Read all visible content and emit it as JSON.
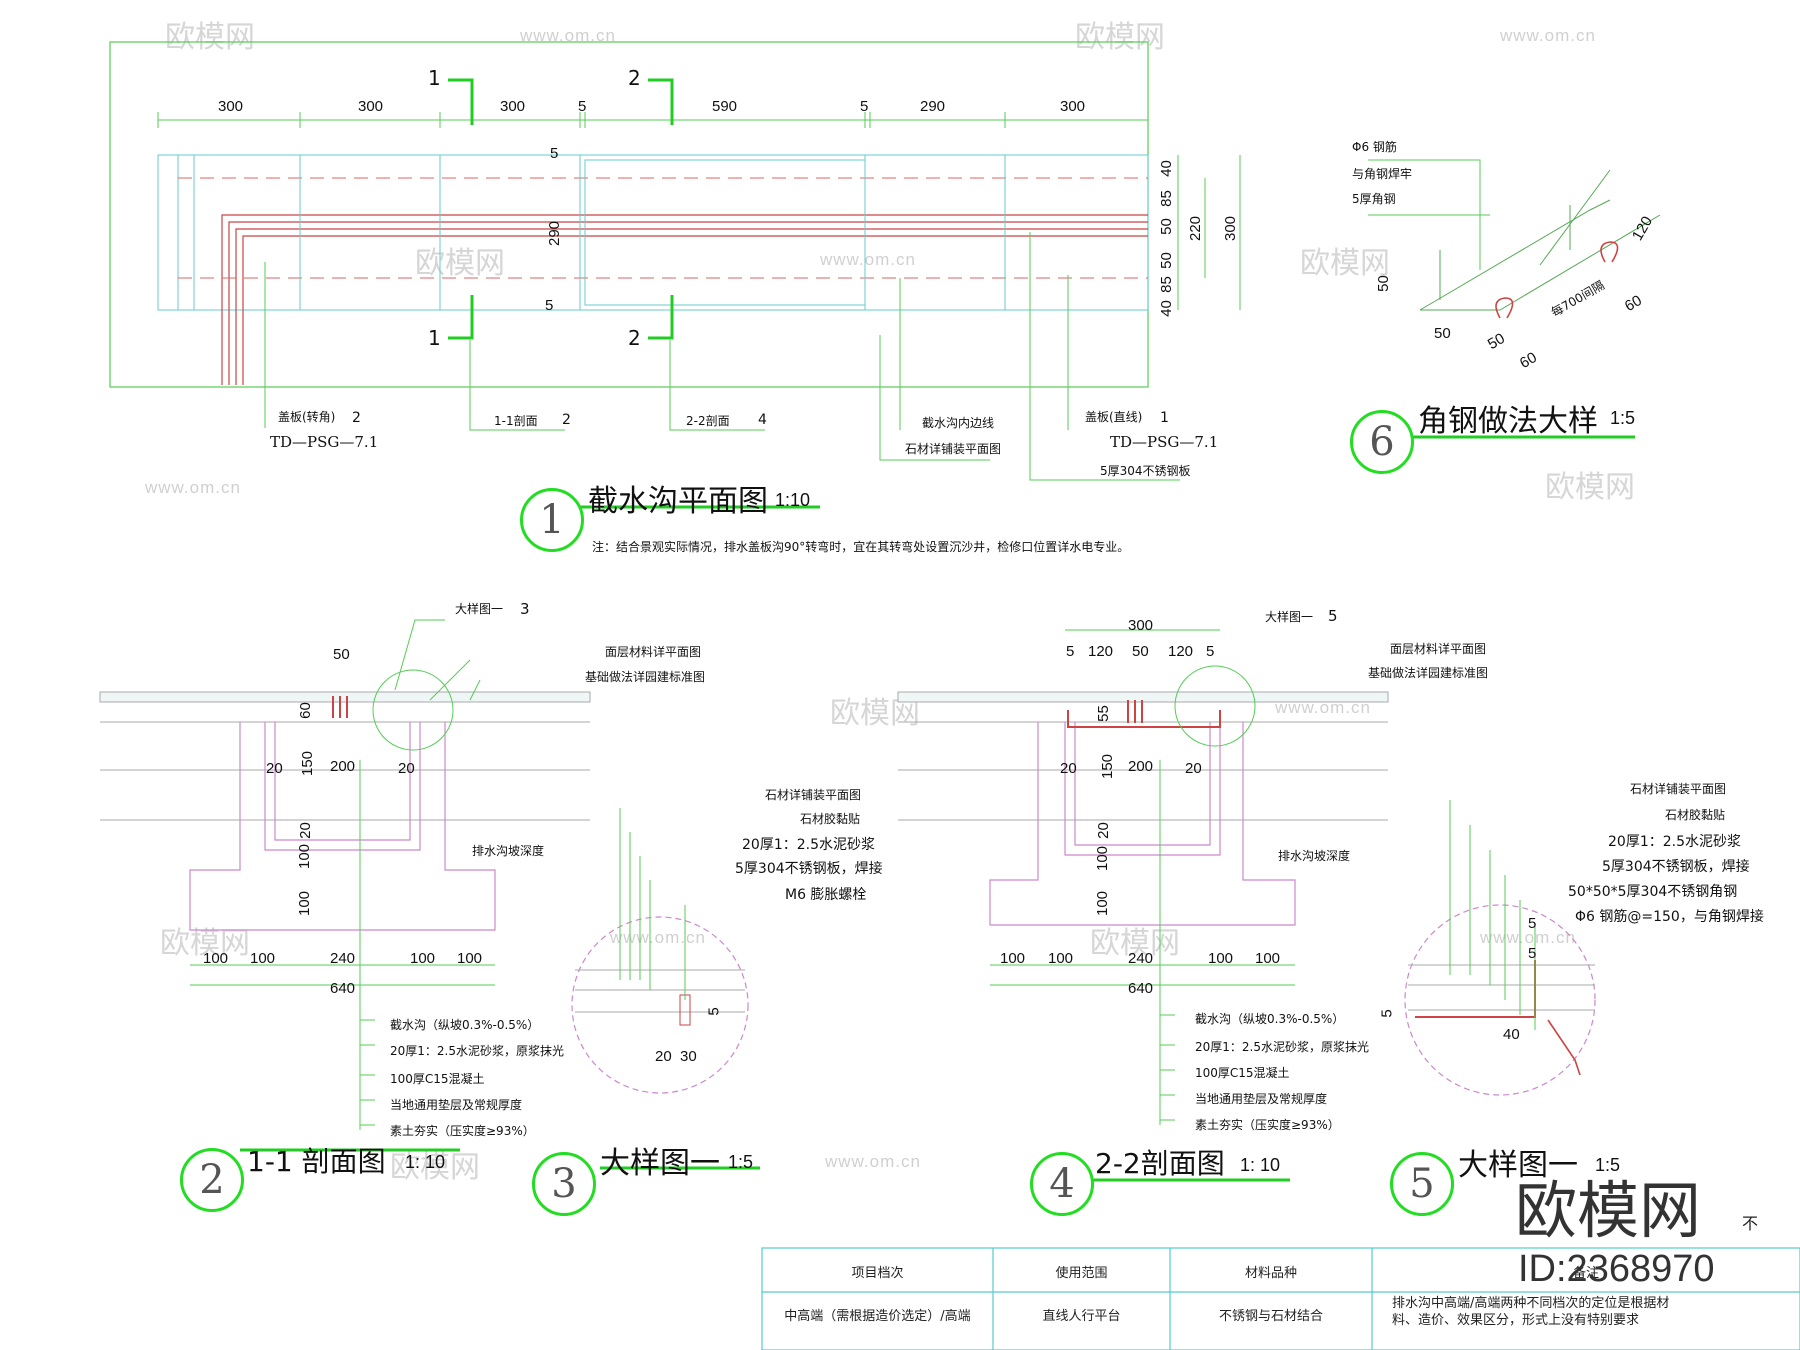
{
  "watermarks": {
    "brand": "欧模网",
    "url": "www.om.cn",
    "id_label": "ID:2368970",
    "cut_char": "不"
  },
  "plan": {
    "title": "截水沟平面图",
    "scale": "1:10",
    "badge": "1",
    "note": "注：结合景观实际情况，排水盖板沟90°转弯时，宜在其转弯处设置沉沙井，检修口位置详水电专业。",
    "dims_top": [
      "300",
      "300",
      "300",
      "5",
      "590",
      "5",
      "290",
      "300"
    ],
    "dims_right": [
      "40",
      "85",
      "50",
      "50",
      "85",
      "40"
    ],
    "dim_220": "220",
    "dim_300": "300",
    "dim_290": "290",
    "dim_5a": "5",
    "dim_5b": "5",
    "cut_labels": [
      "1",
      "2",
      "1",
      "2"
    ],
    "callouts": {
      "cover_turn": "盖板(转角)",
      "cover_turn_num": "2",
      "ref_a": "TD—PSG—7.1",
      "sec11": "1-1剖面",
      "sec11_num": "2",
      "sec22": "2-2剖面",
      "sec22_num": "4",
      "edge": "截水沟内边线",
      "stone": "石材详铺装平面图",
      "cover_straight": "盖板(直线)",
      "cover_straight_num": "1",
      "ref_b": "TD—PSG—7.1",
      "steel": "5厚304不锈钢板"
    }
  },
  "angle_detail": {
    "title": "角钢做法大样",
    "scale": "1:5",
    "badge": "6",
    "labels": [
      "Φ6 钢筋",
      "与角钢焊牢",
      "5厚角钢"
    ],
    "dims": [
      "120",
      "50",
      "50",
      "50",
      "60",
      "60",
      "每700间隔"
    ]
  },
  "section_11": {
    "title": "1-1 剖面图",
    "scale": "1: 10",
    "badge": "2",
    "detail_ref": "大样图一",
    "detail_num": "3",
    "right_labels": [
      "面层材料详平面图",
      "基础做法详园建标准图"
    ],
    "slope_label": "排水沟坡深度",
    "dims": [
      "50",
      "60",
      "150",
      "20",
      "200",
      "20",
      "20",
      "100",
      "100"
    ],
    "bottom_dims": [
      "100",
      "100",
      "240",
      "100",
      "100"
    ],
    "total": "640",
    "layers": [
      "截水沟（纵坡0.3%-0.5%）",
      "20厚1：2.5水泥砂浆，原浆抹光",
      "100厚C15混凝土",
      "当地通用垫层及常规厚度",
      "素土夯实（压实度≥93%）"
    ]
  },
  "detail_3": {
    "title": "大样图一",
    "scale": "1:5",
    "badge": "3",
    "labels": [
      "石材详铺装平面图",
      "石材胶黏贴",
      "20厚1：2.5水泥砂浆",
      "5厚304不锈钢板，焊接",
      "M6 膨胀螺栓"
    ],
    "dims": [
      "20",
      "30",
      "5"
    ]
  },
  "section_22": {
    "title": "2-2剖面图",
    "scale": "1: 10",
    "badge": "4",
    "detail_ref": "大样图一",
    "detail_num": "5",
    "right_labels": [
      "面层材料详平面图",
      "基础做法详园建标准图"
    ],
    "slope_label": "排水沟坡深度",
    "top_total": "300",
    "top_dims": [
      "5",
      "120",
      "50",
      "120",
      "5"
    ],
    "dims": [
      "55",
      "20",
      "150",
      "200",
      "20",
      "20",
      "100",
      "100"
    ],
    "bottom_dims": [
      "100",
      "100",
      "240",
      "100",
      "100"
    ],
    "total": "640",
    "layers": [
      "截水沟（纵坡0.3%-0.5%）",
      "20厚1：2.5水泥砂浆，原浆抹光",
      "100厚C15混凝土",
      "当地通用垫层及常规厚度",
      "素土夯实（压实度≥93%）"
    ]
  },
  "detail_5": {
    "title": "大样图一",
    "scale": "1:5",
    "badge": "5",
    "labels": [
      "石材详铺装平面图",
      "石材胶黏贴",
      "20厚1：2.5水泥砂浆",
      "5厚304不锈钢板，焊接",
      "50*50*5厚304不锈钢角钢",
      "Φ6 钢筋@=150，与角钢焊接"
    ],
    "dims": [
      "5",
      "5",
      "40",
      "5"
    ]
  },
  "table": {
    "headers": [
      "项目档次",
      "使用范围",
      "材料品种",
      "备注"
    ],
    "row": [
      "中高端（需根据造价选定）/高端",
      "直线人行平台",
      "不锈钢与石材结合",
      "排水沟中高端/高端两种不同档次的定位是根据材料、造价、效果区分，形式上没有特别要求"
    ]
  }
}
